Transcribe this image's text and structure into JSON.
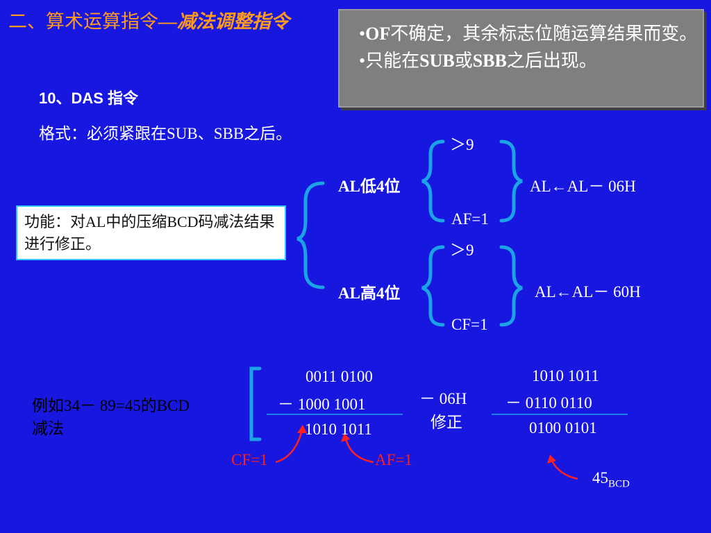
{
  "title": {
    "main": "二、算术运算指令",
    "sub": "—减法调整指令"
  },
  "note": {
    "line1_bold": "OF",
    "line1_rest": "不确定，其余标志位随运算结果而变。",
    "line2_pre": "只能在",
    "line2_sub": "SUB",
    "line2_mid": "或",
    "line2_sbb": "SBB",
    "line2_post": "之后出现。"
  },
  "heading": "10、DAS 指令",
  "format": "格式：必须紧跟在SUB、SBB之后。",
  "function": "功能：对AL中的压缩BCD码减法结果进行修正。",
  "rules": {
    "low": {
      "label": "AL低4位",
      "cond1": "＞9",
      "cond2": "AF=1",
      "action": "AL←AL－ 06H"
    },
    "high": {
      "label": "AL高4位",
      "cond1": "＞9",
      "cond2": "CF=1",
      "action": "AL←AL－ 60H"
    }
  },
  "example": {
    "caption_line1": "例如34－ 89=45的BCD",
    "caption_line2": "减法",
    "step1": {
      "operand1": "0011 0100",
      "operand2": "－ 1000 1001",
      "result": "1010 1011"
    },
    "fix_label_line1": "－ 06H",
    "fix_label_line2": "修正",
    "step2": {
      "operand1": "1010 1011",
      "operand2": "－ 0110 0110",
      "result": "0100 0101"
    },
    "cf_flag": "CF=1",
    "af_flag": "AF=1",
    "final_value": "45",
    "final_subscript": "BCD"
  },
  "colors": {
    "background": "#1717e0",
    "title": "#ff9a1f",
    "note_bg": "#7f7f7f",
    "bracket": "#1ca3e6",
    "flag_red": "#ff2020"
  }
}
